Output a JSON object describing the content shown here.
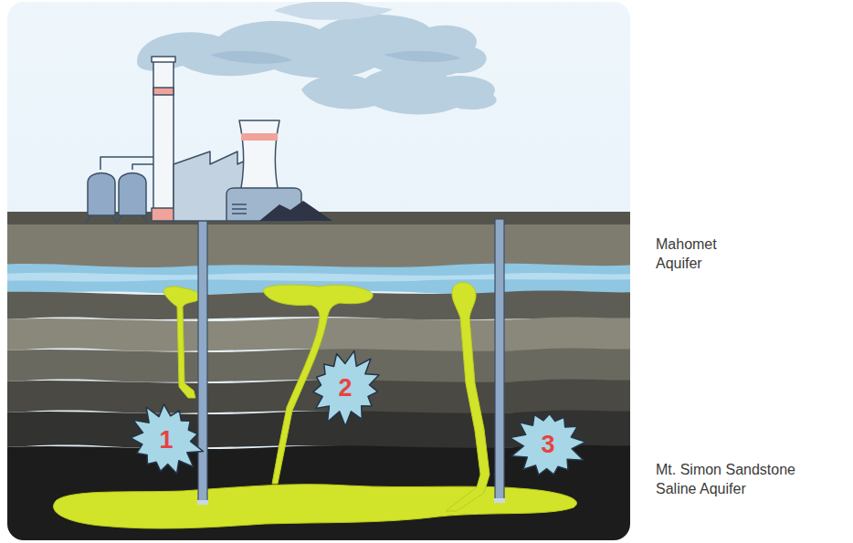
{
  "diagram": {
    "nodes": [
      {
        "text": [
          "1"
        ]
      },
      {
        "text": [
          "2"
        ]
      },
      {
        "text": [
          "3"
        ]
      }
    ],
    "labels": [
      "Mahomet Aquifer",
      "Mt. Simon Sandstone Saline Aquifer"
    ]
  }
}
